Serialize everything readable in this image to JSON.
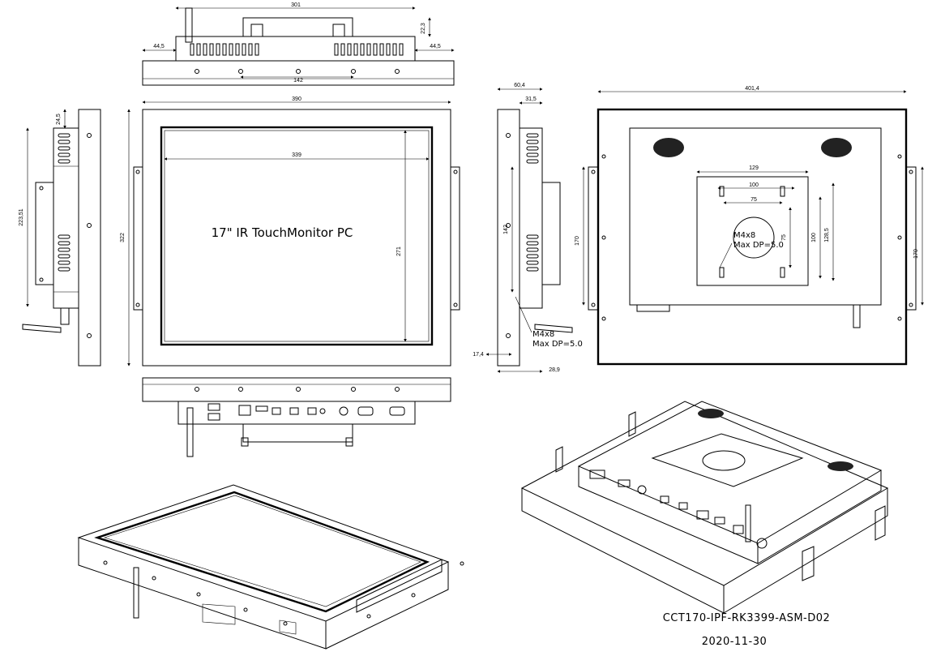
{
  "drawing": {
    "product_label": "17\" IR TouchMonitor PC",
    "drawing_number": "CCT170-IPF-RK3399-ASM-D02",
    "date": "2020-11-30"
  },
  "top_view": {
    "dim_width": "301",
    "dim_height": "22,3",
    "dim_left": "44,5",
    "dim_right": "44,5",
    "dim_holes": "142"
  },
  "front_view": {
    "dim_outer_width": "390",
    "dim_outer_height": "322",
    "dim_active_width": "339",
    "dim_active_height": "271"
  },
  "left_view": {
    "dim_top": "24,5",
    "dim_height": "223,51"
  },
  "side_view": {
    "dim_depth": "60,4",
    "dim_inner": "31,5",
    "dim_holes": "142",
    "dim_bottom_offset": "17,4",
    "dim_bottom_depth": "28,9",
    "screw_note_1": "M4x8",
    "screw_note_2": "Max DP=5.0"
  },
  "rear_view": {
    "dim_width": "401,4",
    "dim_vesa_outer": "129",
    "dim_vesa_100": "100",
    "dim_vesa_75": "75",
    "dim_vert_75": "75",
    "dim_vert_100": "100",
    "dim_vert_128": "128,5",
    "dim_left_170": "170",
    "dim_right_170": "170",
    "screw_note_1": "M4x8",
    "screw_note_2": "Max DP=5.0"
  }
}
